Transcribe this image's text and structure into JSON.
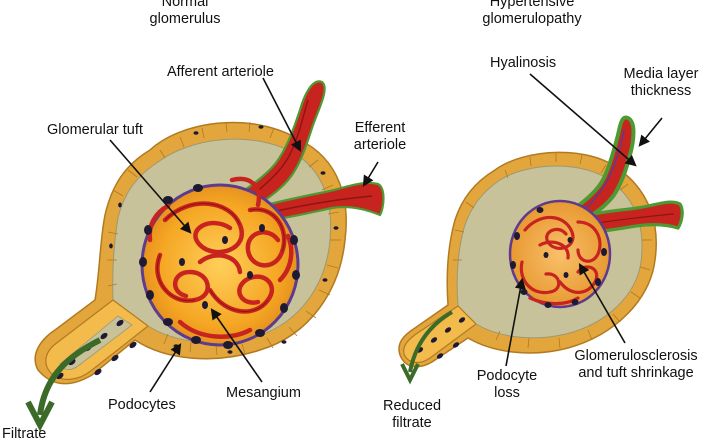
{
  "panels": {
    "normal": {
      "title_line1": "Normal",
      "title_line2": "glomerulus",
      "labels": {
        "afferent": "Afferent arteriole",
        "efferent_line1": "Efferent",
        "efferent_line2": "arteriole",
        "tuft": "Glomerular tuft",
        "podocytes": "Podocytes",
        "mesangium": "Mesangium",
        "filtrate": "Filtrate"
      }
    },
    "hypertensive": {
      "title_line1": "Hypertensive",
      "title_line2": "glomerulopathy",
      "labels": {
        "hyalinosis": "Hyalinosis",
        "media_line1": "Media layer",
        "media_line2": "thickness",
        "podocyte_loss_line1": "Podocyte",
        "podocyte_loss_line2": "loss",
        "sclerosis_line1": "Glomerulosclerosis",
        "sclerosis_line2": "and tuft shrinkage",
        "reduced_line1": "Reduced",
        "reduced_line2": "filtrate"
      }
    }
  },
  "colors": {
    "capsule_fill": "#c7c29a",
    "capsule_rim": "#e2a63c",
    "cell_fill": "#f3bb4c",
    "nucleus": "#1e1a33",
    "vessel": "#c8241f",
    "vessel_dark": "#8e1410",
    "vessel_wall": "#4e9a32",
    "tuft_core": "#f5a623",
    "podocyte_edge": "#5e3b8c",
    "filtrate_arrow": "#3c6a29"
  }
}
